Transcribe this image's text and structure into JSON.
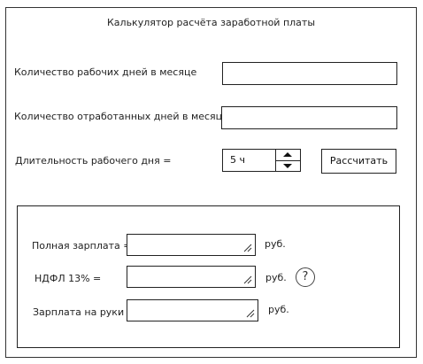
{
  "window": {
    "title": "Калькулятор расчёта заработной платы"
  },
  "inputs": {
    "work_days_label": "Количество рабочих дней  в месяце",
    "work_days_value": "",
    "worked_days_label": "Количество отработанных дней в месяце",
    "worked_days_value": "",
    "day_length_label": "Длительность рабочего дня  =",
    "day_length_value": "5 ч"
  },
  "calculate_button": "Рассчитать",
  "results": {
    "full_salary_label": "Полная зарплата =",
    "full_salary_value": "",
    "full_salary_unit": "руб.",
    "ndfl_label": "НДФЛ 13% =",
    "ndfl_value": "",
    "ndfl_unit": "руб.",
    "net_salary_label": "Зарплата на руки =",
    "net_salary_value": "",
    "net_salary_unit": "руб."
  },
  "help_symbol": "?",
  "icons": {
    "spin_up": "arrow-up-icon",
    "spin_down": "arrow-down-icon",
    "resize": "resize-grip-icon",
    "help": "help-icon"
  }
}
